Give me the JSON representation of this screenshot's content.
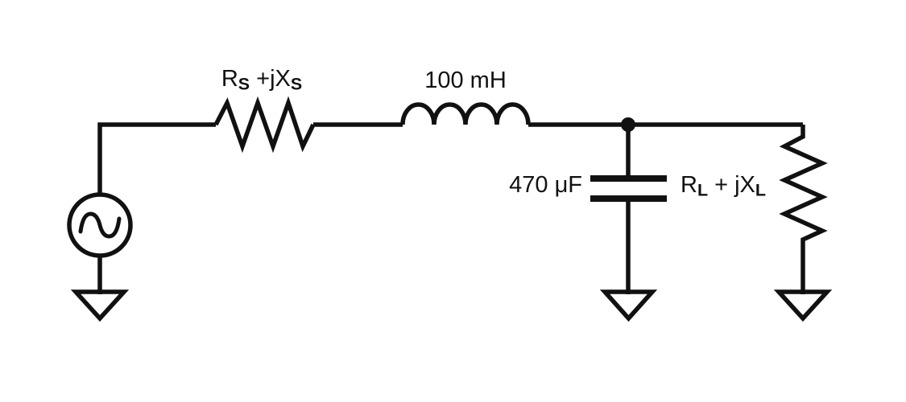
{
  "canvas": {
    "background": "#ffffff",
    "line_color": "#111111"
  },
  "circuit": {
    "components": [
      {
        "name": "ac-source",
        "label": ""
      },
      {
        "name": "source-impedance-resistor",
        "label": "Rs +jXs"
      },
      {
        "name": "series-inductor",
        "label": "100 mH"
      },
      {
        "name": "shunt-capacitor",
        "label": "470 μF"
      },
      {
        "name": "load-impedance-resistor",
        "label": "RL + jXL"
      },
      {
        "name": "ground-symbols",
        "count": "3"
      }
    ]
  },
  "labels": {
    "rs": {
      "base": "R",
      "sub1": "S",
      "mid": " +jX",
      "sub2": "S"
    },
    "inductor": {
      "value": "100 mH"
    },
    "capacitor": {
      "value": "470 μF"
    },
    "rl": {
      "base": "R",
      "sub1": "L",
      "mid": " + jX",
      "sub2": "L"
    }
  }
}
